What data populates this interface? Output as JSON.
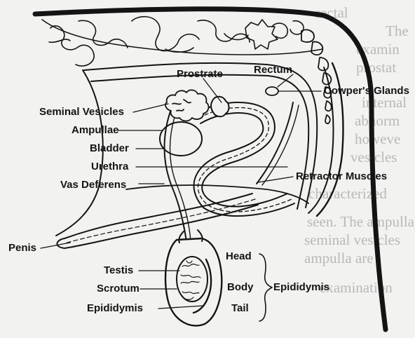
{
  "labels": {
    "prostrate": "Prostrate",
    "rectum": "Rectum",
    "cowpers_glands": "Cowper's Glands",
    "seminal_vesicles": "Seminal Vesicles",
    "ampullae": "Ampullae",
    "bladder": "Bladder",
    "urethra": "Urethra",
    "retractor_muscles": "Retractor Muscles",
    "vas_deferens": "Vas Deferens",
    "penis": "Penis",
    "head": "Head",
    "testis": "Testis",
    "body": "Body",
    "epididymis_group": "Epididymis",
    "scrotum": "Scrotum",
    "tail": "Tail",
    "epididymis": "Epididymis"
  },
  "background_text": [
    "rectal",
    "The",
    "examin",
    "prostat",
    "internal",
    "abnorm",
    "howeve",
    "vesicles",
    "characterized",
    "seen. The ampulla",
    "seminal vesicles",
    "ampulla are",
    "examination"
  ],
  "colors": {
    "ink": "#141414",
    "paper": "#f2f2f0",
    "ghost_text": "#b9b9b6"
  }
}
